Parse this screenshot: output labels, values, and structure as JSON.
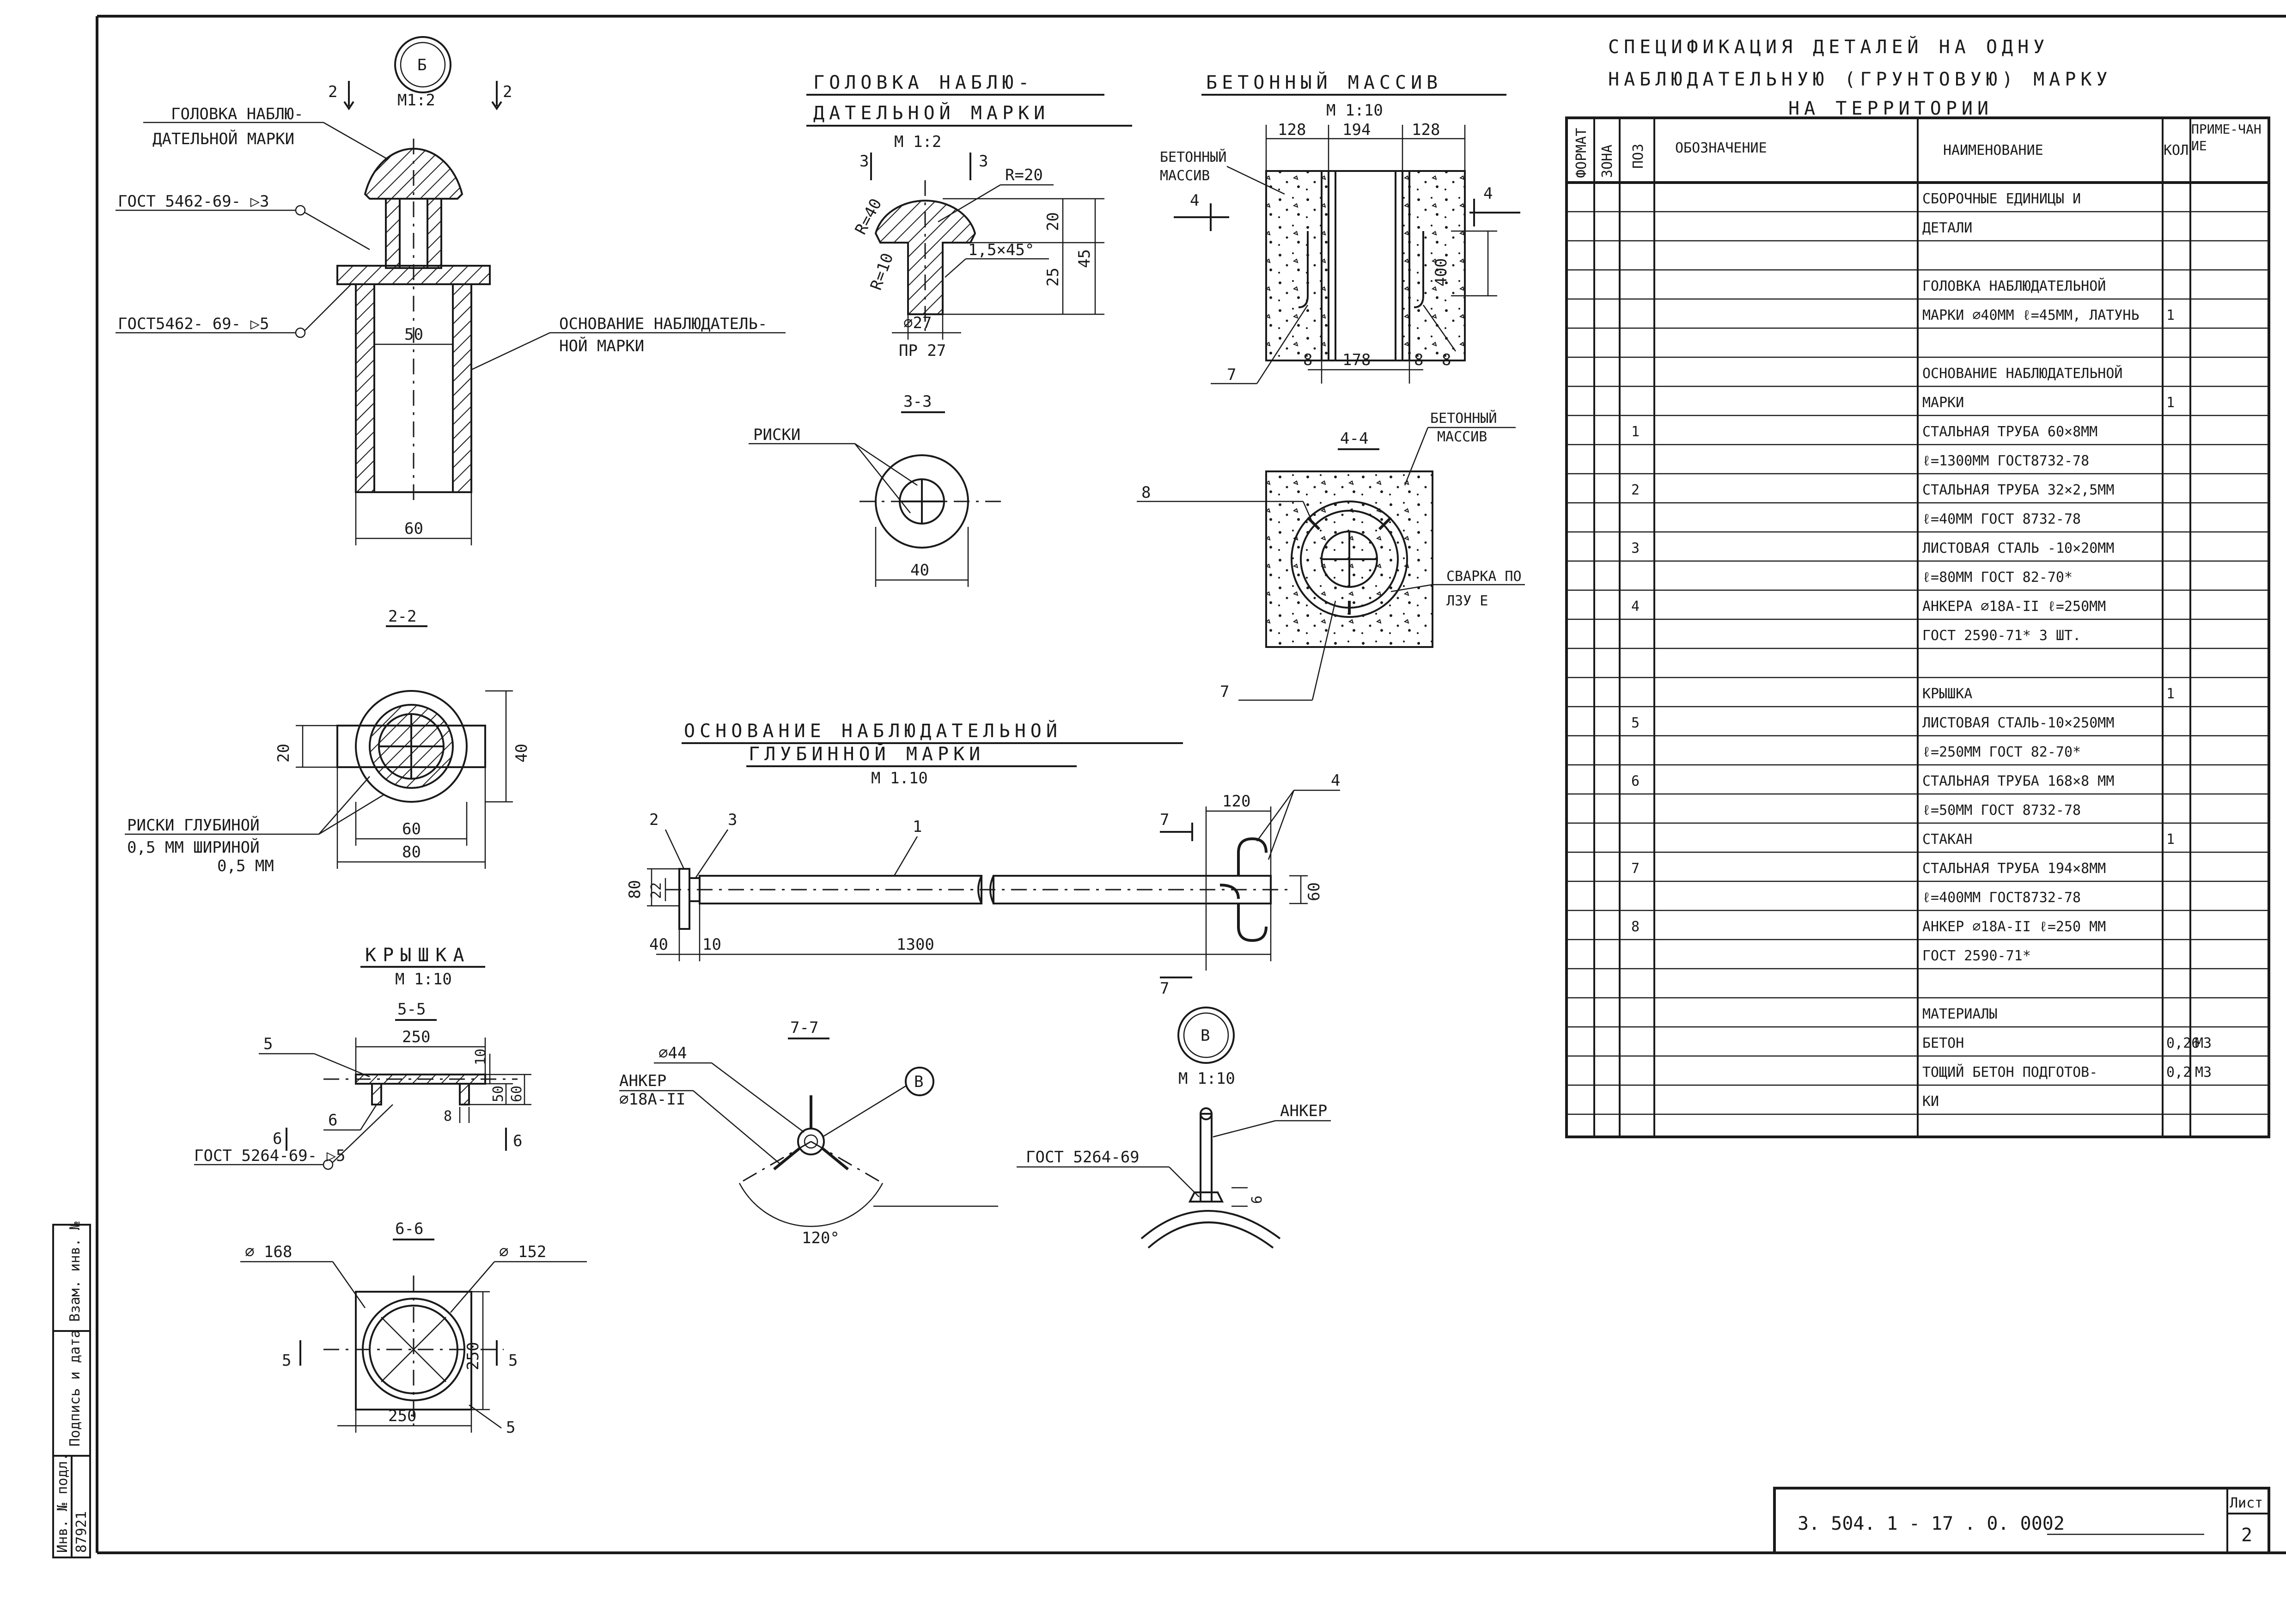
{
  "drawing": {
    "node_b_label": "Б",
    "node_b_scale": "М1:2",
    "node_v_label": "В",
    "node_v_scale": "М 1:10",
    "ref_b_circle": "В",
    "section_2_left": "2",
    "section_2_right": "2",
    "views": {
      "head_top_leader": "ГОЛОВКА НАБЛЮ-",
      "head_top_leader_2": "ДАТЕЛЬНОЙ МАРКИ",
      "gost_weld_3": "ГОСТ 5462-69- ▷3",
      "gost_weld_5": "ГОСТ5462- 69- ▷5",
      "base_leader_1": "ОСНОВАНИЕ НАБЛЮДАТЕЛЬ-",
      "base_leader_2": "НОЙ МАРКИ",
      "dim_50": "50",
      "dim_60": "60",
      "section_22": "2-2",
      "sec22_dim20": "20",
      "sec22_dim40": "40",
      "sec22_dim60": "60",
      "sec22_dim80": "80",
      "sec22_note1": "РИСКИ ГЛУБИНОЙ",
      "sec22_note2": "0,5 ММ ШИРИНОЙ",
      "sec22_note3": "0,5 ММ",
      "head_title_1": "ГОЛОВКА НАБЛЮ-",
      "head_title_2": "ДАТЕЛЬНОЙ МАРКИ",
      "head_scale": "М 1:2",
      "head_sec3_l": "3",
      "head_sec3_r": "3",
      "head_r40": "R=40",
      "head_r20": "R=20",
      "head_r10": "R=10",
      "head_chamfer": "1,5×45°",
      "head_dim20": "20",
      "head_dim25": "25",
      "head_dim45": "45",
      "head_d27": "⌀27",
      "head_pr27": "ПР 27",
      "section_33": "3-3",
      "sec33_riski": "РИСКИ",
      "sec33_dim40": "40",
      "concrete_title": "БЕТОННЫЙ МАССИВ",
      "concrete_scale": "М 1:10",
      "concrete_dim128a": "128",
      "concrete_dim194": "194",
      "concrete_dim128b": "128",
      "concrete_leader1": "БЕТОННЫЙ",
      "concrete_leader2": "МАССИВ",
      "concrete_sec4l": "4",
      "concrete_sec4r": "4",
      "concrete_dim400": "400",
      "concrete_dim8a": "8",
      "concrete_dim178": "178",
      "concrete_dim8b": "8",
      "concrete_pos7": "7",
      "concrete_pos8": "8",
      "section_44": "4-4",
      "sec44_beton1": "БЕТОННЫЙ",
      "sec44_beton2": "МАССИВ",
      "sec44_pos8": "8",
      "sec44_pos7": "7",
      "sec44_note1": "СВАРКА ПО",
      "sec44_note2": "ЛЗУ Е",
      "deep_title_1": "ОСНОВАНИЕ НАБЛЮДАТЕЛЬНОЙ",
      "deep_title_2": "ГЛУБИННОЙ МАРКИ",
      "deep_scale": "М 1.10",
      "deep_pos2": "2",
      "deep_pos3": "3",
      "deep_pos1": "1",
      "deep_pos4": "4",
      "deep_sec7": "7",
      "deep_sec7b": "7",
      "deep_dim120": "120",
      "deep_dim80": "80",
      "deep_dim22": "22",
      "deep_dim60": "60",
      "deep_dim40": "40",
      "deep_dim10": "10",
      "deep_dim1300": "1300",
      "cap_title": "КРЫШКА",
      "cap_scale": "М 1:10",
      "section_55": "5-5",
      "sec55_dim250": "250",
      "sec55_dim10": "10",
      "sec55_dim50": "50",
      "sec55_dim60": "60",
      "sec55_dim8": "8",
      "sec55_pos5": "5",
      "sec55_pos6": "6",
      "sec55_sec6l": "6",
      "sec55_sec6r": "6",
      "sec55_gost": "ГОСТ 5264-69- ▷5",
      "section_66": "6-6",
      "sec66_d168": "⌀ 168",
      "sec66_d152": "⌀ 152",
      "sec66_dim250v": "250",
      "sec66_dim250h": "250",
      "sec66_sec5l": "5",
      "sec66_sec5r": "5",
      "sec66_pos5": "5",
      "section_77": "7-7",
      "sec77_d44": "⌀44",
      "sec77_anchor1": "АНКЕР",
      "sec77_anchor2": "⌀18А-II",
      "sec77_angle": "120°",
      "nodeV_anchor": "АНКЕР",
      "nodeV_gost": "ГОСТ 5264-69",
      "nodeV_dim6": "6"
    }
  },
  "spec": {
    "title_1": "СПЕЦИФИКАЦИЯ ДЕТАЛЕЙ НА ОДНУ",
    "title_2": "НАБЛЮДАТЕЛЬНУЮ (ГРУНТОВУЮ) МАРКУ",
    "title_3": "НА ТЕРРИТОРИИ",
    "headers": {
      "format": "ФОРМАТ",
      "zone": "ЗОНА",
      "pos": "ПОЗ",
      "designation": "ОБОЗНАЧЕНИЕ",
      "name": "НАИМЕНОВАНИЕ",
      "qty": "КОЛ",
      "note": "ПРИМЕ-ЧАНИЕ"
    },
    "rows": [
      {
        "pos": "",
        "name": "СБОРОЧНЫЕ ЕДИНИЦЫ И",
        "qty": "",
        "unit": ""
      },
      {
        "pos": "",
        "name": "ДЕТАЛИ",
        "qty": "",
        "unit": ""
      },
      {
        "pos": "",
        "name": "",
        "qty": "",
        "unit": ""
      },
      {
        "pos": "",
        "name": "ГОЛОВКА НАБЛЮДАТЕЛЬНОЙ",
        "qty": "",
        "unit": ""
      },
      {
        "pos": "",
        "name": "МАРКИ ⌀40ММ ℓ=45ММ, ЛАТУНЬ",
        "qty": "1",
        "unit": ""
      },
      {
        "pos": "",
        "name": "",
        "qty": "",
        "unit": ""
      },
      {
        "pos": "",
        "name": "ОСНОВАНИЕ НАБЛЮДАТЕЛЬНОЙ",
        "qty": "",
        "unit": ""
      },
      {
        "pos": "",
        "name": "МАРКИ",
        "qty": "1",
        "unit": ""
      },
      {
        "pos": "1",
        "name": "СТАЛЬНАЯ ТРУБА 60×8ММ",
        "qty": "",
        "unit": ""
      },
      {
        "pos": "",
        "name": "ℓ=1300ММ ГОСТ8732-78",
        "qty": "",
        "unit": ""
      },
      {
        "pos": "2",
        "name": "СТАЛЬНАЯ ТРУБА 32×2,5ММ",
        "qty": "",
        "unit": ""
      },
      {
        "pos": "",
        "name": "ℓ=40ММ ГОСТ 8732-78",
        "qty": "",
        "unit": ""
      },
      {
        "pos": "3",
        "name": "ЛИСТОВАЯ СТАЛЬ -10×20ММ",
        "qty": "",
        "unit": ""
      },
      {
        "pos": "",
        "name": "ℓ=80ММ ГОСТ 82-70*",
        "qty": "",
        "unit": ""
      },
      {
        "pos": "4",
        "name": "АНКЕРА ⌀18А-II ℓ=250ММ",
        "qty": "",
        "unit": ""
      },
      {
        "pos": "",
        "name": "ГОСТ 2590-71* 3 ШТ.",
        "qty": "",
        "unit": ""
      },
      {
        "pos": "",
        "name": "",
        "qty": "",
        "unit": ""
      },
      {
        "pos": "",
        "name": "КРЫШКА",
        "qty": "1",
        "unit": ""
      },
      {
        "pos": "5",
        "name": "ЛИСТОВАЯ СТАЛЬ-10×250ММ",
        "qty": "",
        "unit": ""
      },
      {
        "pos": "",
        "name": "ℓ=250ММ ГОСТ 82-70*",
        "qty": "",
        "unit": ""
      },
      {
        "pos": "6",
        "name": "СТАЛЬНАЯ ТРУБА 168×8 ММ",
        "qty": "",
        "unit": ""
      },
      {
        "pos": "",
        "name": "ℓ=50ММ ГОСТ 8732-78",
        "qty": "",
        "unit": ""
      },
      {
        "pos": "",
        "name": "СТАКАН",
        "qty": "1",
        "unit": ""
      },
      {
        "pos": "7",
        "name": "СТАЛЬНАЯ ТРУБА 194×8ММ",
        "qty": "",
        "unit": ""
      },
      {
        "pos": "",
        "name": "ℓ=400ММ ГОСТ8732-78",
        "qty": "",
        "unit": ""
      },
      {
        "pos": "8",
        "name": "АНКЕР ⌀18А-II ℓ=250 ММ",
        "qty": "",
        "unit": ""
      },
      {
        "pos": "",
        "name": "ГОСТ 2590-71*",
        "qty": "",
        "unit": ""
      },
      {
        "pos": "",
        "name": "",
        "qty": "",
        "unit": ""
      },
      {
        "pos": "",
        "name": "МАТЕРИАЛЫ",
        "qty": "",
        "unit": ""
      },
      {
        "pos": "",
        "name": "БЕТОН",
        "qty": "0,26",
        "unit": "М3"
      },
      {
        "pos": "",
        "name": "ТОЩИЙ БЕТОН ПОДГОТОВ-",
        "qty": "0,2",
        "unit": "М3"
      },
      {
        "pos": "",
        "name": "КИ",
        "qty": "",
        "unit": ""
      }
    ]
  },
  "stamp": {
    "code": "3. 504. 1 - 17 . 0. 0002",
    "sheet_label": "Лист",
    "sheet_no": "2"
  },
  "sidebar": {
    "inv_label": "Инв. № подл.",
    "sign_label": "Подпись и дата",
    "replace_label": "Взам. инв. №",
    "inv_number": "87921"
  }
}
